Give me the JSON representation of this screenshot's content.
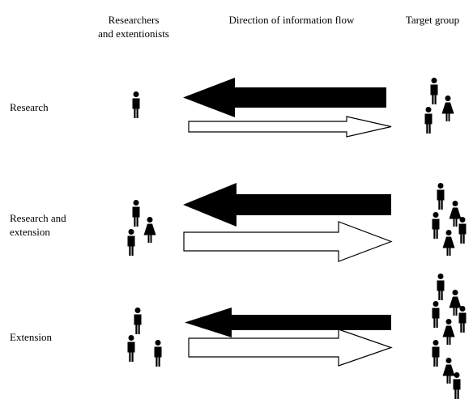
{
  "headers": {
    "researchers": "Researchers\nand extentionists",
    "direction": "Direction of information flow",
    "target": "Target group"
  },
  "rows": [
    {
      "label": "Research"
    },
    {
      "label": "Research and extension"
    },
    {
      "label": "Extension"
    }
  ],
  "colors": {
    "filled_arrow": "#000000",
    "outline_arrow": "#000000",
    "background": "#ffffff"
  },
  "icons": {
    "male": "person-male-icon",
    "female": "person-female-icon",
    "filled_arrow": "left-arrow-filled-icon",
    "outline_arrow": "right-arrow-outline-icon"
  }
}
